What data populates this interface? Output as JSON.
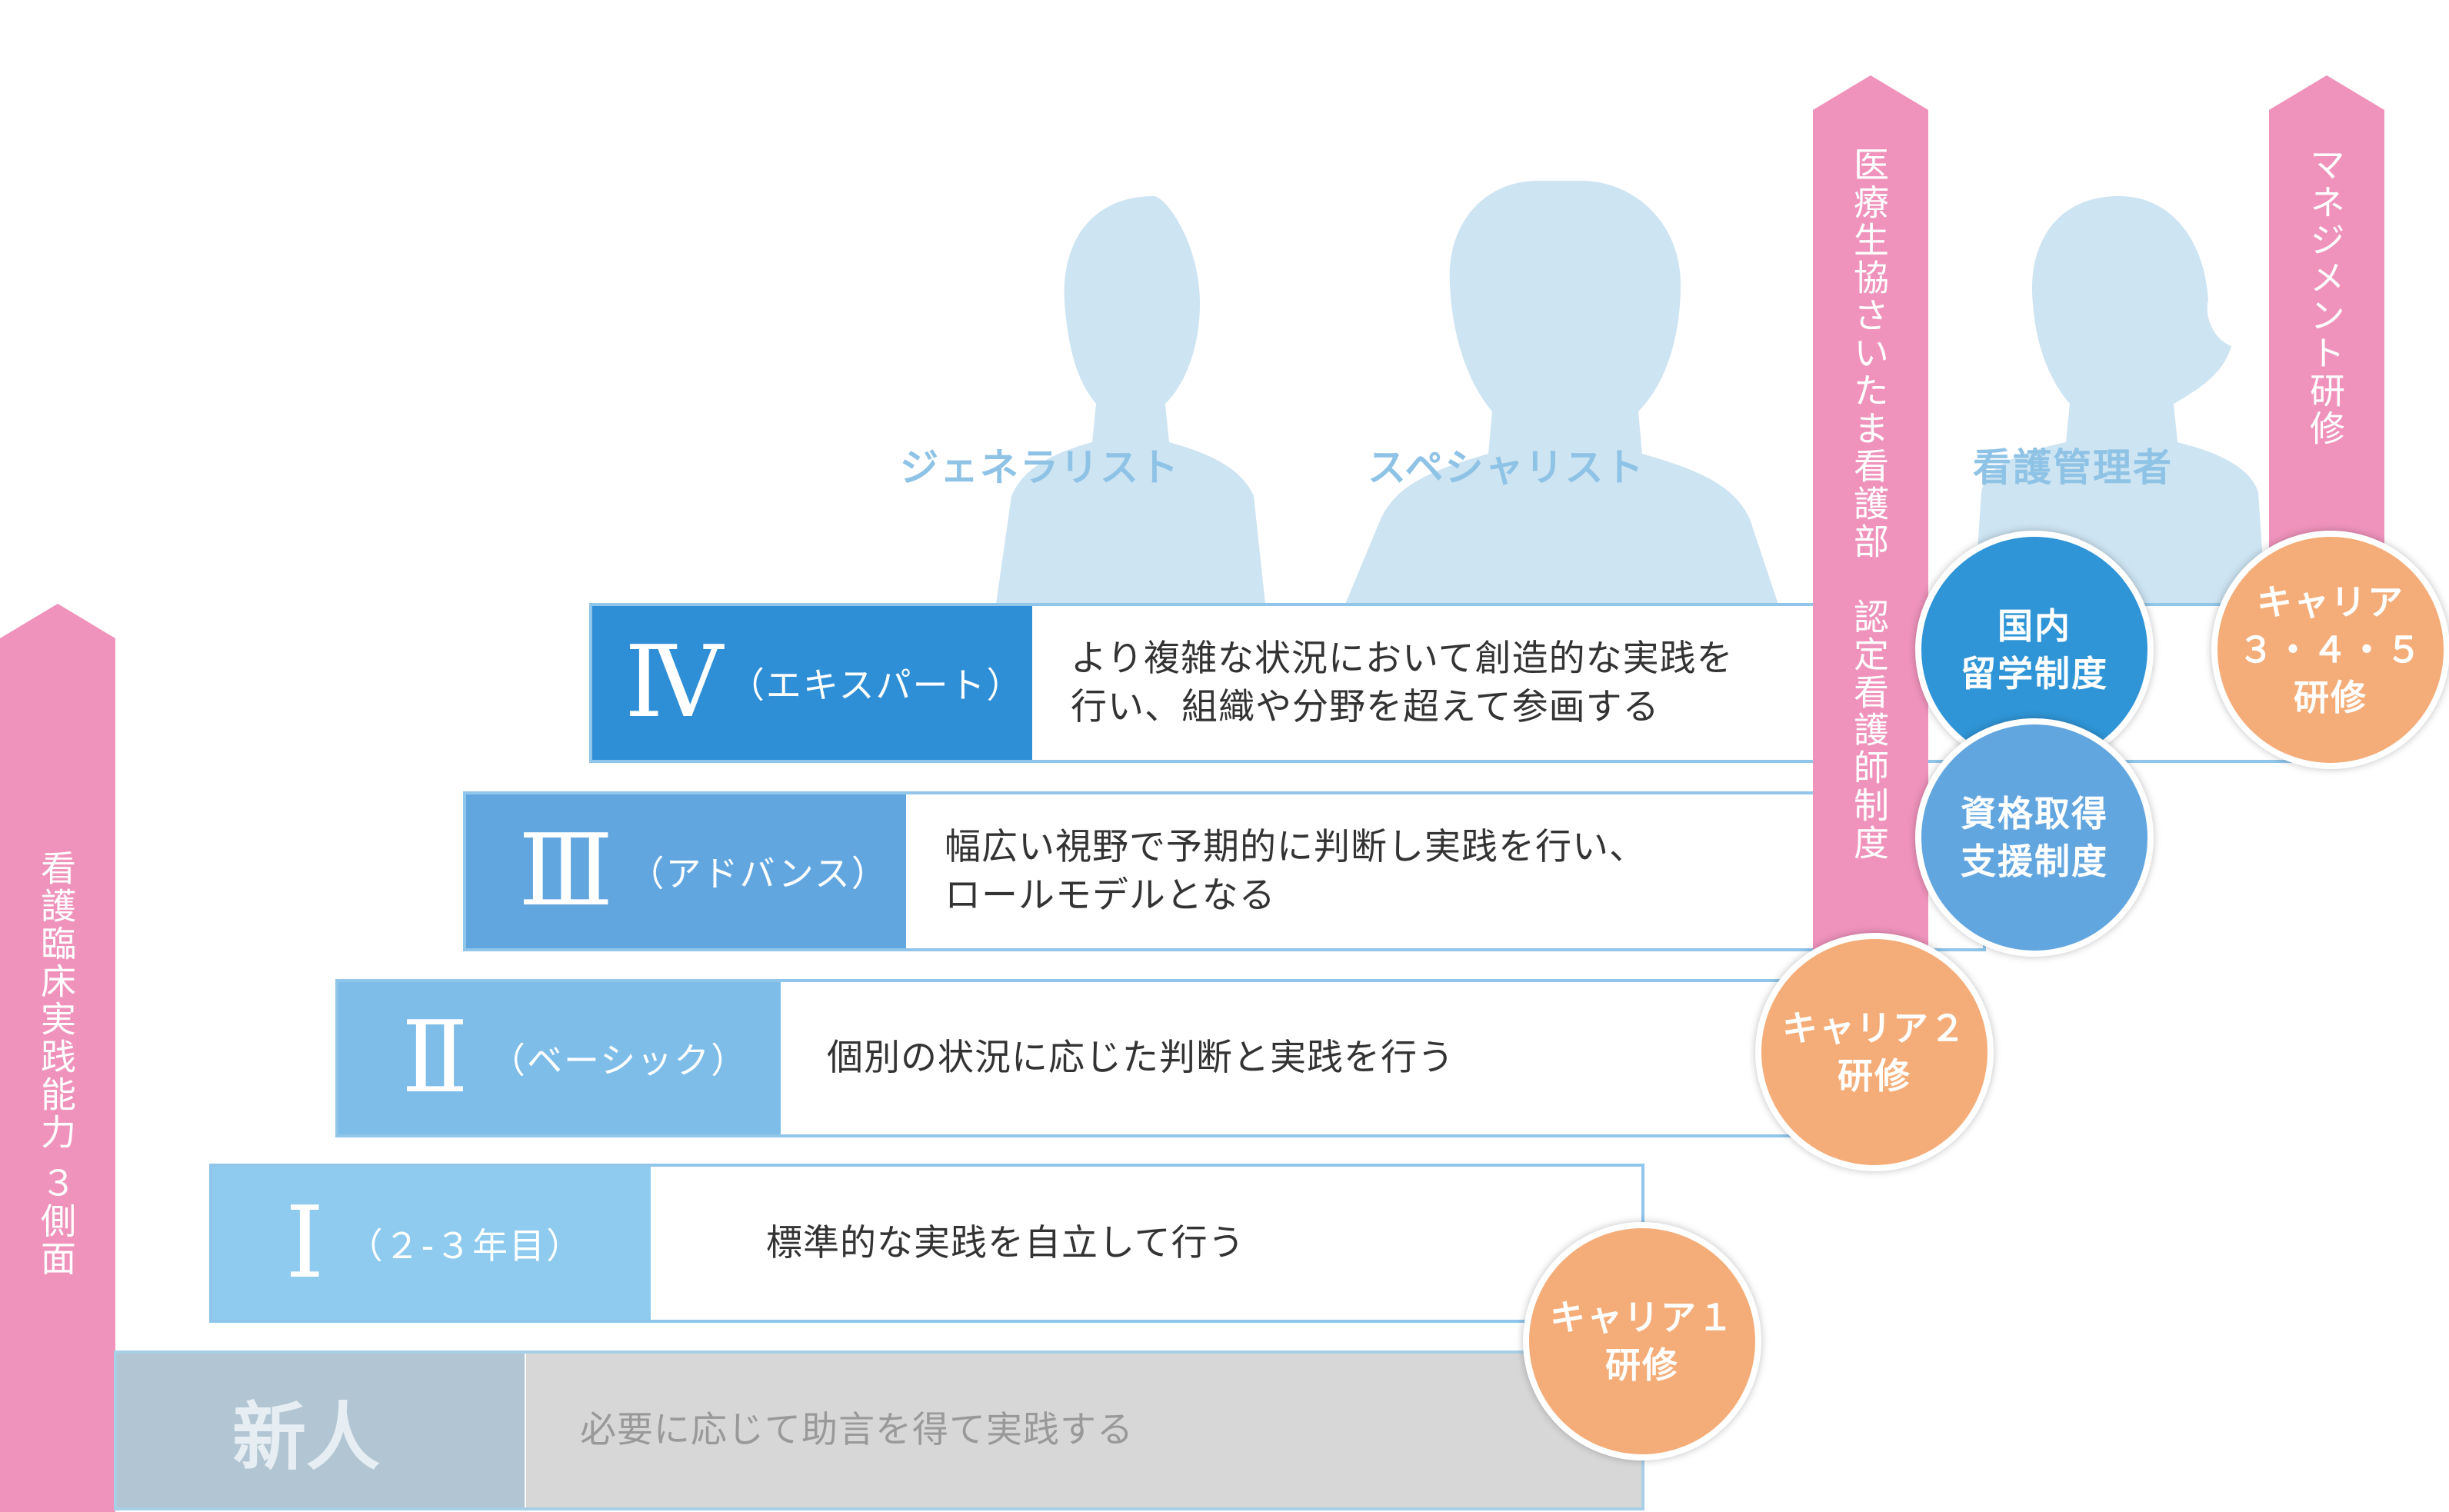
{
  "colors": {
    "pink": "#ef93bc",
    "silhouette": "#cde4f2",
    "orange": "#f4ad78",
    "blue_dark": "#2f8fd6",
    "blue_mid": "#62a6e0"
  },
  "left_arrow": {
    "label": "看護臨床実践能力 ３側面"
  },
  "arrow_center": {
    "label": "医療生協さいたま看護部　認定看護師制度"
  },
  "arrow_right": {
    "label": "マネジメント研修"
  },
  "roles": {
    "generalist": "ジェネラリスト",
    "specialist": "スペシャリスト",
    "manager": "看護管理者"
  },
  "levels": [
    {
      "numeral": "Ⅳ",
      "sub": "（エキスパート）",
      "desc": "より複雑な状況において創造的な実践を\n行い、組織や分野を超えて参画する"
    },
    {
      "numeral": "Ⅲ",
      "sub": "（アドバンス）",
      "desc": "幅広い視野で予期的に判断し実践を行い、\nロールモデルとなる"
    },
    {
      "numeral": "Ⅱ",
      "sub": "（ベーシック）",
      "desc": "個別の状況に応じた判断と実践を行う"
    },
    {
      "numeral": "Ⅰ",
      "sub": "（２‐３年目）",
      "desc": "標準的な実践を自立して行う"
    },
    {
      "numeral": "新人",
      "sub": "",
      "desc": "必要に応じて助言を得て実践する"
    }
  ],
  "circles": {
    "domestic_study": "国内\n留学制度",
    "qualification": "資格取得\n支援制度",
    "career1": "キャリア１\n研修",
    "career2": "キャリア２\n研修",
    "career345": "キャリア\n３・４・５\n研修"
  }
}
